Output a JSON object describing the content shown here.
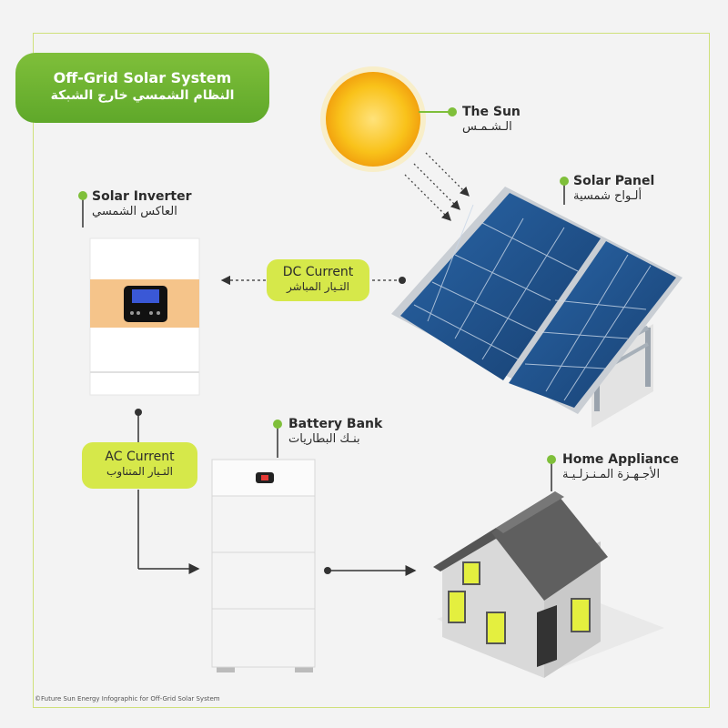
{
  "title": {
    "en": "Off-Grid Solar System",
    "ar": "النظام الشمسي خارج الشبكة"
  },
  "components": {
    "sun": {
      "en": "The Sun",
      "ar": "الـشـمـس"
    },
    "solar_panel": {
      "en": "Solar Panel",
      "ar": "ألـواح شمسية"
    },
    "solar_inverter": {
      "en": "Solar Inverter",
      "ar": "العاكس الشمسي"
    },
    "battery_bank": {
      "en": "Battery Bank",
      "ar": "بنـك البطاريات"
    },
    "home_appliance": {
      "en": "Home Appliance",
      "ar": "الأجـهـزة المـنـزلـيـة"
    }
  },
  "currents": {
    "dc": {
      "en": "DC Current",
      "ar": "التـيار المباشر"
    },
    "ac": {
      "en": "AC Current",
      "ar": "التـيار المتناوب"
    }
  },
  "credit": "©Future Sun Energy Infographic for Off-Grid Solar System",
  "colors": {
    "accent_green": "#7fbf3a",
    "pill_yellow": "#d6e84a",
    "panel_blue": "#1d4f86",
    "inverter_orange": "#f5c48a",
    "house_window": "#e4ef3f"
  }
}
